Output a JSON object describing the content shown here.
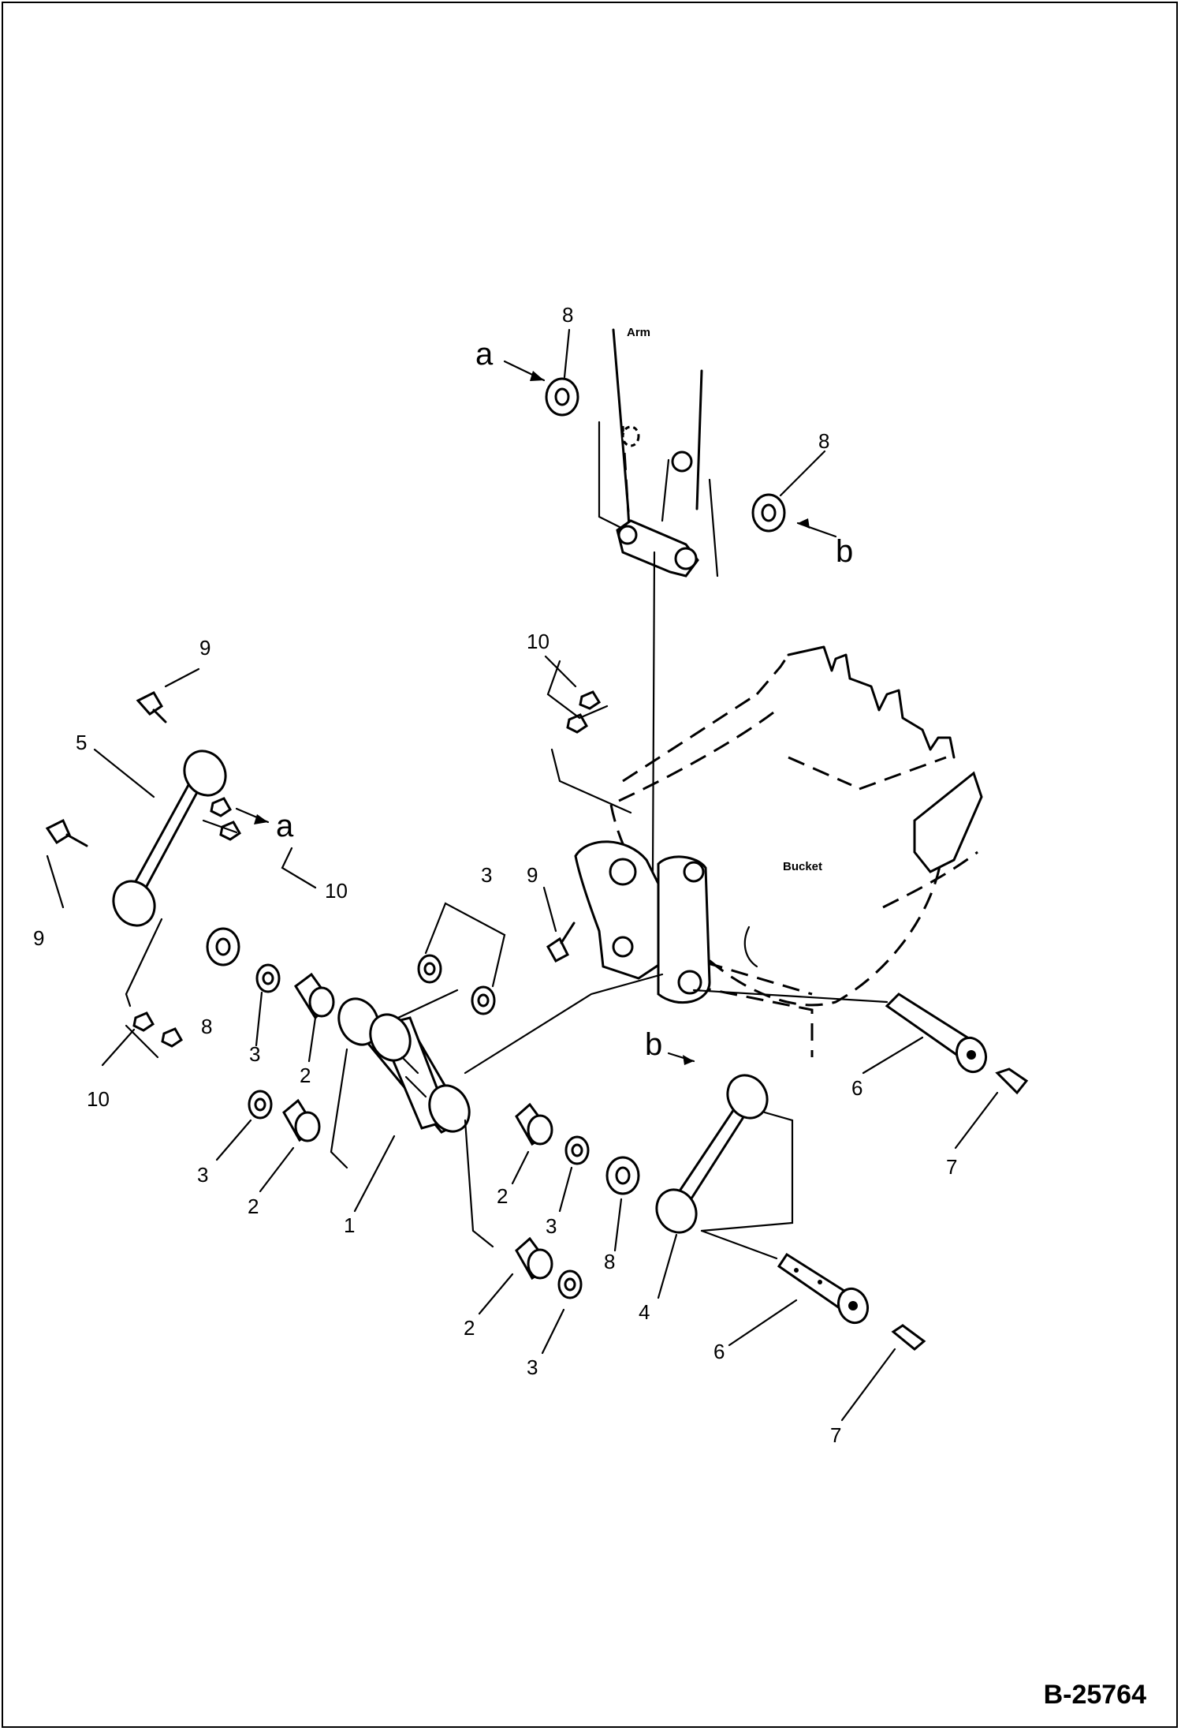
{
  "drawing": {
    "id": "B-25764",
    "captions": {
      "arm": "Arm",
      "bucket": "Bucket"
    },
    "view_markers": [
      "a",
      "b",
      "a",
      "b"
    ],
    "callouts": [
      "8",
      "8",
      "10",
      "9",
      "5",
      "10",
      "9",
      "3",
      "9",
      "8",
      "3",
      "2",
      "10",
      "3",
      "2",
      "1",
      "2",
      "3",
      "8",
      "4",
      "6",
      "7",
      "2",
      "3",
      "6",
      "7"
    ]
  },
  "colors": {
    "ink": "#000000",
    "paper": "#ffffff"
  }
}
